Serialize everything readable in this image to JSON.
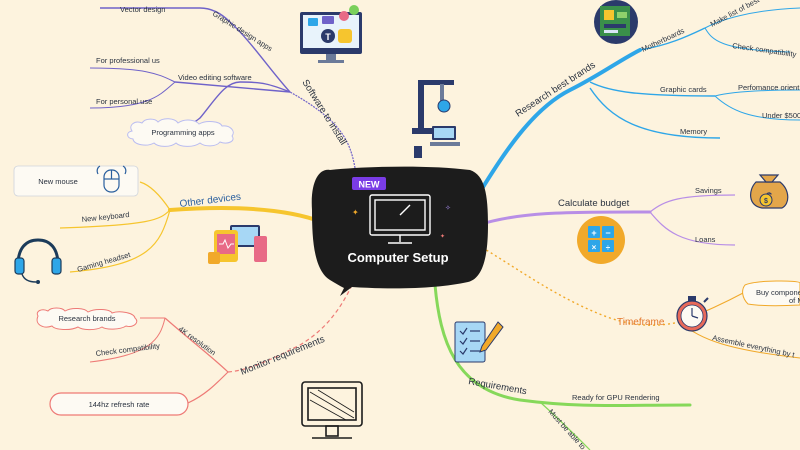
{
  "central": {
    "badge": "NEW",
    "title": "Computer Setup"
  },
  "branches": {
    "software": {
      "label": "Software to install",
      "graphic": "Graphic design apps",
      "vector": "Vector design",
      "video": "Video editing software",
      "pro": "For professional us",
      "personal": "For personal use",
      "programming": "Programming apps"
    },
    "research": {
      "label": "Research best brands",
      "motherboards": "Motherboards",
      "best_options": "Make list of best options",
      "compat": "Check compatibility",
      "gpu": "Graphic cards",
      "perf": "Perfomance orient",
      "under": "Under $500",
      "memory": "Memory"
    },
    "budget": {
      "label": "Calculate budget",
      "savings": "Savings",
      "loans": "Loans"
    },
    "timeframe": {
      "label": "Timeframe",
      "buy": "Buy compone",
      "buy2": "of M",
      "assemble": "Assemble everything by t"
    },
    "requirements": {
      "label": "Requirements",
      "gpu_render": "Ready for GPU Rendering",
      "must": "Must be able to"
    },
    "monitor": {
      "label": "Monitor requirements",
      "res": "4K resolution",
      "research": "Research brands",
      "compat": "Check compatibility",
      "refresh": "144hz refresh rate"
    },
    "other": {
      "label": "Other devices",
      "mouse": "New mouse",
      "keyboard": "New keyboard",
      "headset": "Gaming headset"
    }
  },
  "colors": {
    "background": "#fdf3de",
    "software": "#6f62c9",
    "research": "#2ea6e8",
    "budget": "#b88ee6",
    "timeframe": "#f1a92a",
    "requirements": "#86d85a",
    "monitor": "#ee7a76",
    "other": "#f6c52e",
    "central": "#1c1c1c",
    "badge": "#7a3ce6"
  }
}
